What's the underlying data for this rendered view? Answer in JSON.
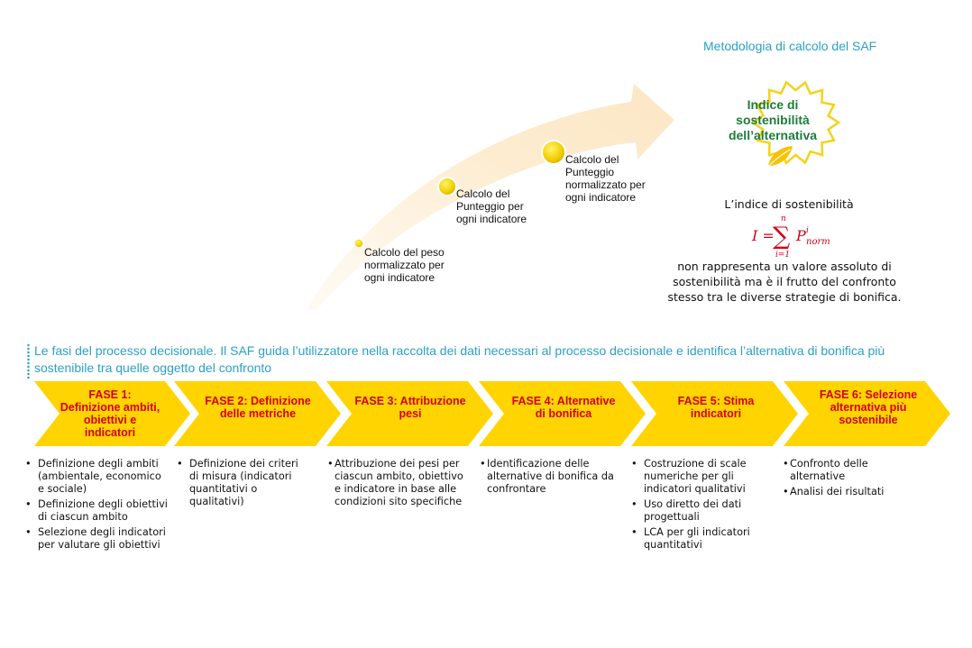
{
  "methodology": {
    "title": "Metodologia di calcolo del SAF",
    "result_title": "Indice di sostenibilità dell’alternativa"
  },
  "steps": [
    {
      "label": "Calcolo del peso normalizzato per ogni indicatore"
    },
    {
      "label": "Calcolo del Punteggio per ogni indicatore"
    },
    {
      "label": "Calcolo del Punteggio normalizzato per ogni indicatore"
    }
  ],
  "index": {
    "title": "L’indice di sostenibilità",
    "formula": {
      "lhs": "I =",
      "sum": "∑",
      "upper": "n",
      "lower": "i=1",
      "term": "P",
      "sup": "i",
      "sub": "norm"
    },
    "description": "non rappresenta un valore assoluto di sostenibilità ma è il frutto del confronto stesso tra le diverse strategie di bonifica."
  },
  "intro": "Le fasi del processo decisionale. Il SAF guida l’utilizzatore nella raccolta dei dati necessari al processo decisionale e identifica l’alternativa di bonifica più sostenibile tra quelle oggetto del confronto",
  "phases": [
    {
      "title": "FASE 1: Definizione ambiti, obiettivi e indicatori",
      "bullets": [
        "Definizione degli ambiti (ambientale, economico e sociale)",
        "Definizione degli obiettivi di ciascun ambito",
        "Selezione degli indicatori per valutare gli obiettivi"
      ]
    },
    {
      "title": "FASE 2: Definizione delle metriche",
      "bullets": [
        "Definizione dei criteri di misura (indicatori quantitativi o qualitativi)"
      ]
    },
    {
      "title": "FASE 3: Attribuzione pesi",
      "bullets": [
        "Attribuzione dei pesi per ciascun ambito, obiettivo e indicatore in base alle condizioni sito specifiche"
      ]
    },
    {
      "title": "FASE 4: Alternative di bonifica",
      "bullets": [
        "Identificazione delle alternative di bonifica da confrontare"
      ]
    },
    {
      "title": "FASE 5: Stima indicatori",
      "bullets": [
        "Costruzione di scale numeriche per gli indicatori qualitativi",
        "Uso diretto dei dati progettuali",
        "LCA per gli indicatori quantitativi"
      ]
    },
    {
      "title": "FASE 6: Selezione alternativa più sostenibile",
      "bullets": [
        "Confronto delle alternative",
        "Analisi dei risultati"
      ]
    }
  ],
  "colors": {
    "accent_blue": "#2aa0c8",
    "phase_yellow": "#ffd400",
    "phase_text": "#d4001a",
    "star_green": "#1e7b3a",
    "arrow_fill": "#fdf0d9"
  }
}
